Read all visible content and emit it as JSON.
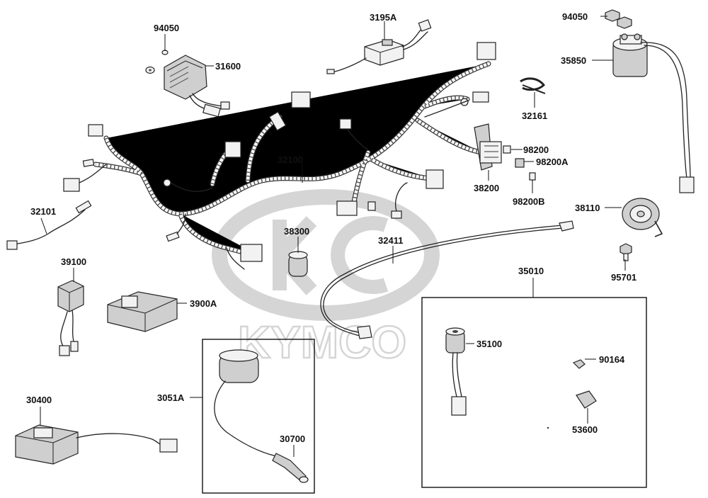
{
  "watermark": {
    "brand": "KYMCO"
  },
  "parts": [
    {
      "number": "94050"
    },
    {
      "number": "31600"
    },
    {
      "number": "3195A"
    },
    {
      "number": "94050"
    },
    {
      "number": "35850"
    },
    {
      "number": "32161"
    },
    {
      "number": "32100"
    },
    {
      "number": "98200"
    },
    {
      "number": "98200A"
    },
    {
      "number": "38200"
    },
    {
      "number": "98200B"
    },
    {
      "number": "32101"
    },
    {
      "number": "38110"
    },
    {
      "number": "38300"
    },
    {
      "number": "32411"
    },
    {
      "number": "39100"
    },
    {
      "number": "35010"
    },
    {
      "number": "95701"
    },
    {
      "number": "3900A"
    },
    {
      "number": "35100"
    },
    {
      "number": "3051A"
    },
    {
      "number": "90164"
    },
    {
      "number": "30400"
    },
    {
      "number": "30700"
    },
    {
      "number": "53600"
    }
  ]
}
